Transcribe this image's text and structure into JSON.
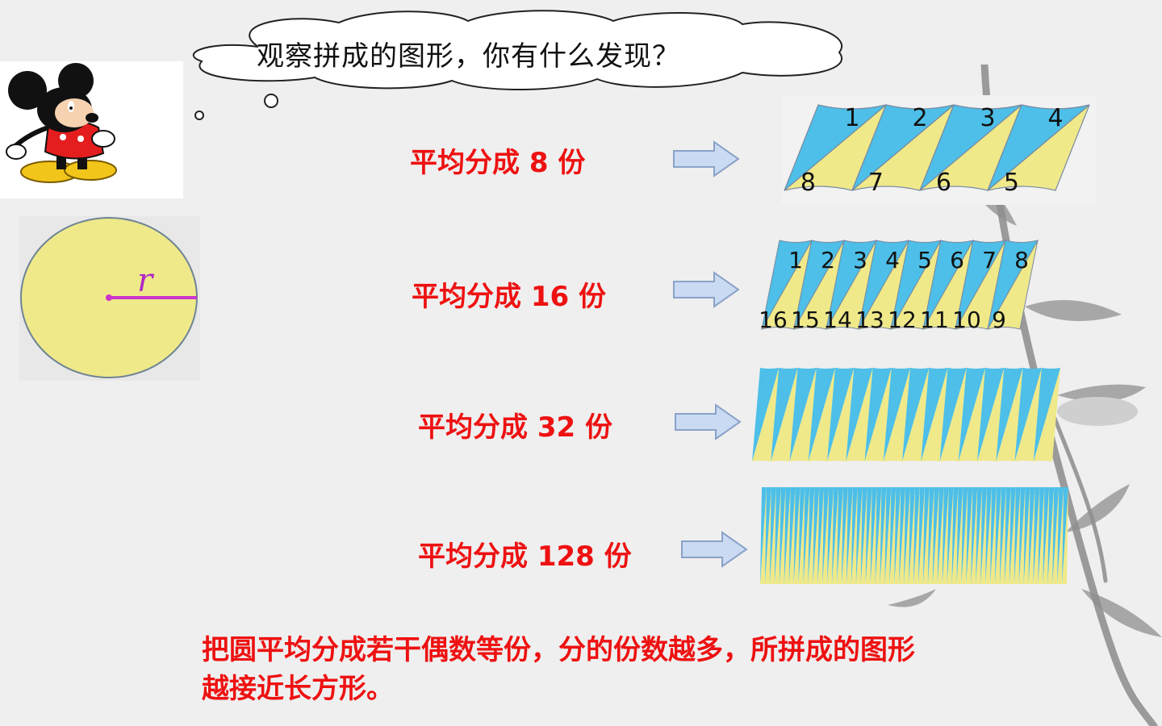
{
  "bubble": {
    "text": "观察拼成的图形，你有什么发现？"
  },
  "circle": {
    "radius_label": "r"
  },
  "rows": [
    {
      "label": "平均分成 8 份"
    },
    {
      "label": "平均分成 16 份"
    },
    {
      "label": "平均分成 32 份"
    },
    {
      "label": "平均分成 128 份"
    }
  ],
  "strip8": {
    "top_numbers": [
      "1",
      "2",
      "3",
      "4"
    ],
    "bottom_numbers": [
      "8",
      "7",
      "6",
      "5"
    ]
  },
  "strip16": {
    "top_numbers": [
      "1",
      "2",
      "3",
      "4",
      "5",
      "6",
      "7",
      "8"
    ],
    "bottom_numbers": [
      "16",
      "15",
      "14",
      "13",
      "12",
      "11",
      "10",
      "9"
    ]
  },
  "conclusion": {
    "line1": "把圆平均分成若干偶数等份，分的份数越多，所拼成的图形",
    "line2": "越接近长方形。"
  },
  "colors": {
    "background": "#efefef",
    "sector_blue": "#4dbfe8",
    "sector_yellow": "#efe98a",
    "sector_stroke": "#7a8aa0",
    "radius_magenta": "#cc33cc",
    "label_red": "#ee1111",
    "arrow_fill": "#c9daf2",
    "arrow_stroke": "#8aa2c8"
  },
  "icons": {
    "character": "mickey-mouse-icon",
    "arrow": "right-arrow-icon"
  }
}
